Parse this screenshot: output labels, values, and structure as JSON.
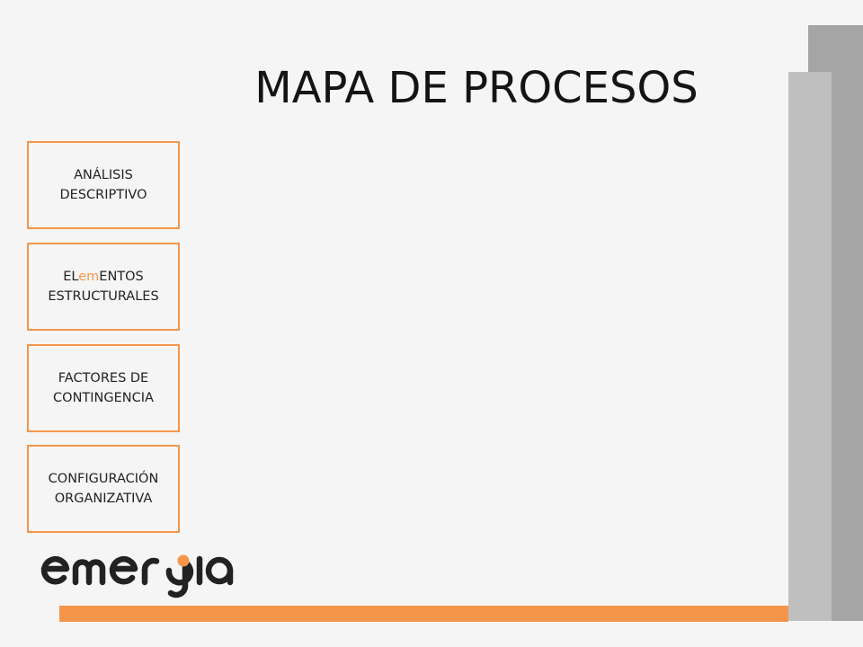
{
  "slide": {
    "title": "MAPA DE PROCESOS"
  },
  "nav": {
    "analisis": {
      "line1": "ANÁLISIS",
      "line2": "DESCRIPTIVO"
    },
    "elementos": {
      "pre": "EL",
      "highlight": "em",
      "post": "ENTOS",
      "line2": "ESTRUCTURALES"
    },
    "factores": {
      "line1": "FACTORES DE",
      "line2": "CONTINGENCIA"
    },
    "configuracion": {
      "line1": "CONFIGURACIÓN",
      "line2": "ORGANIZATIVA"
    }
  },
  "brand": {
    "logo_text": "emergia",
    "accent_color": "#f5954a",
    "text_color": "#222222"
  }
}
